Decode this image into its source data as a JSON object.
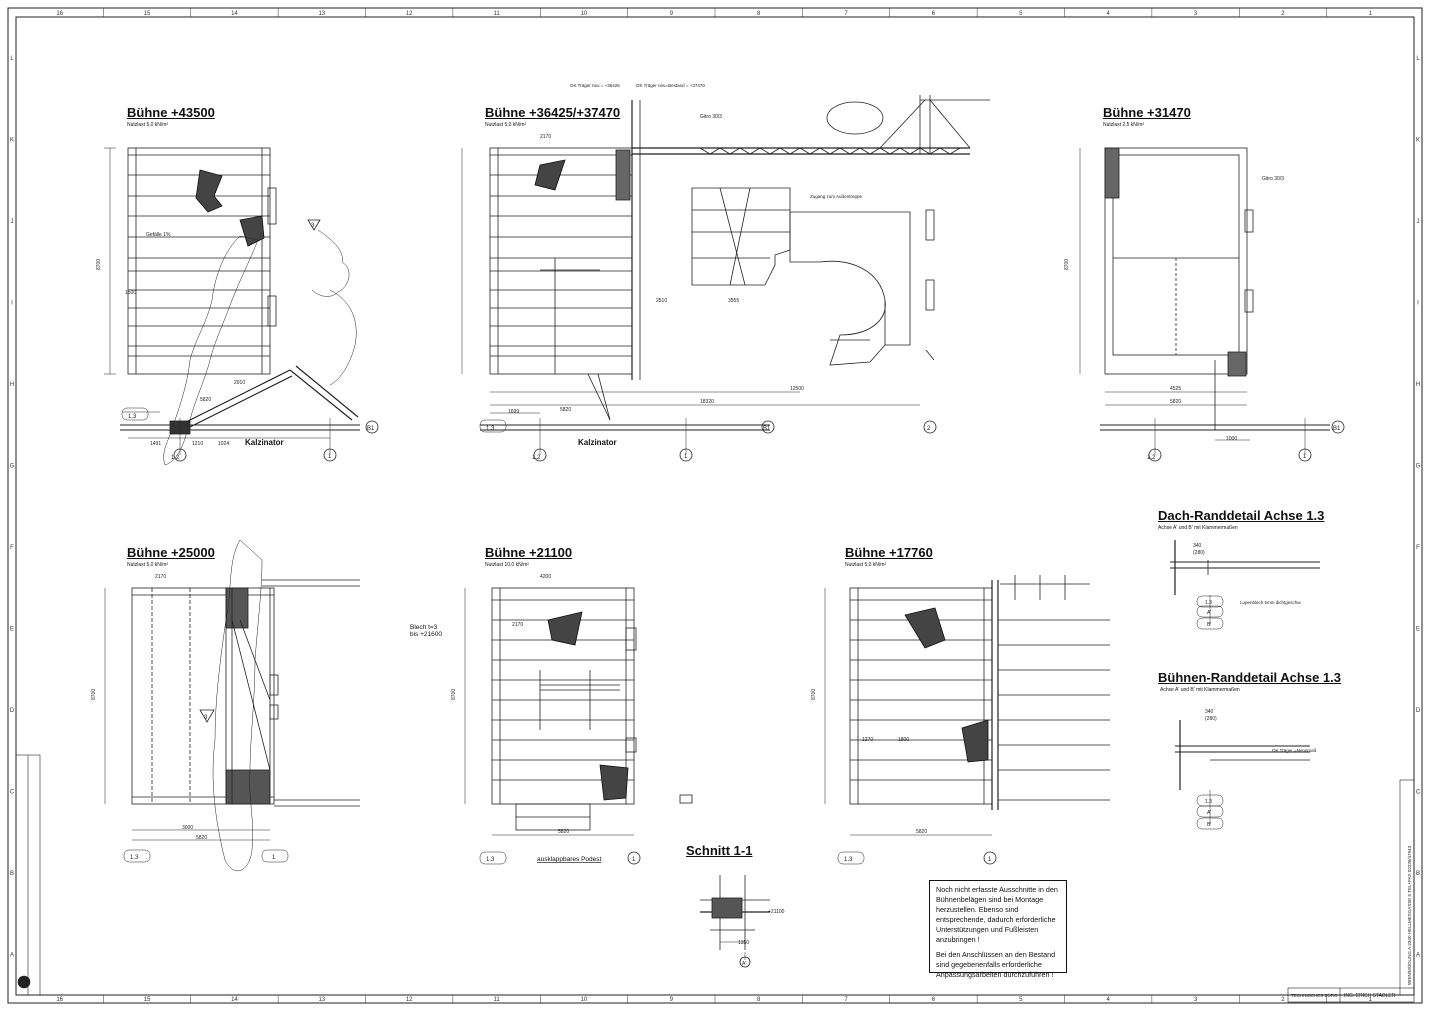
{
  "grid": {
    "columns": [
      "16",
      "15",
      "14",
      "13",
      "12",
      "11",
      "10",
      "9",
      "8",
      "7",
      "6",
      "5",
      "4",
      "3",
      "2",
      "1"
    ],
    "rows": [
      "L",
      "K",
      "J",
      "I",
      "H",
      "G",
      "F",
      "E",
      "D",
      "C",
      "B",
      "A"
    ]
  },
  "plans": [
    {
      "title": "Bühne +43500",
      "load": "Nutzlast 5,0 kN/m²"
    },
    {
      "title": "Bühne +36425/+37470",
      "load": "Nutzlast 5,0 kN/m²"
    },
    {
      "title": "Bühne +31470",
      "load": "Nutzlast 2,5 kN/m²"
    },
    {
      "title": "Bühne +25000",
      "load": "Nutzlast 5,0 kN/m²"
    },
    {
      "title": "Bühne +21100",
      "load": "Nutzlast 10,0 kN/m²"
    },
    {
      "title": "Bühne +17760",
      "load": "Nutzlast 5,0 kN/m²"
    }
  ],
  "section": {
    "title": "Schnitt 1-1",
    "level": "+21100",
    "width": "1350"
  },
  "details": [
    {
      "title": "Dach-Randdetail Achse 1.3",
      "sub": "Achse A' und B' mit Klammermaßen",
      "dim": "340",
      "dim2": "(280)",
      "note": "Lupenblech 5mm dichtgeschw."
    },
    {
      "title": "Bühnen-Randdetail Achse 1.3",
      "sub": "Achse A' und B' mit Klammermaßen",
      "dim": "340",
      "dim2": "(280)",
      "note": "OK Träger =Nennmaß"
    }
  ],
  "labels": {
    "kalzinator": "Kalzinator",
    "ok_traeger_neu": "OK Träger neu = +36425",
    "ok_traeger_bestand": "OK Träger neu=Bestand = +37470",
    "blech": "Blech t=3",
    "blech_level": "bis +21600",
    "ausklappbares": "ausklappbares Podest",
    "gefaelle": "Gefälle 1%",
    "gitterrost": "Gitro 30/3",
    "zugang": "Zugang zum Außentreppe",
    "axis_b1": "B1",
    "axis_12": "1.2",
    "axis_1": "1",
    "axis_13": "1.3",
    "axis_a": "A'",
    "axis_b": "B'",
    "axis_2": "2",
    "marker_3": "3"
  },
  "dimensions": {
    "p1_width": "8700",
    "p1_total": "5820",
    "p1_a": "1491",
    "p1_b": "1210",
    "p1_c": "1024",
    "p1_d": "2910",
    "p2_a": "18320",
    "p2_b": "12500",
    "p2_c": "5820",
    "p2_d": "1699",
    "p2_e": "2170",
    "p2_f": "3555",
    "p2_g": "2510",
    "p3_a": "8700",
    "p3_b": "5820",
    "p3_c": "4525",
    "p3_d": "1000",
    "p4_a": "2170",
    "p4_b": "3000",
    "p4_c": "5820",
    "p4_d": "8700",
    "p5_a": "4200",
    "p5_b": "2170",
    "p5_c": "5820",
    "p5_d": "8700",
    "p6_a": "5820",
    "p6_b": "8700",
    "p6_c": "1270",
    "p6_d": "1800"
  },
  "note": [
    "Noch nicht erfasste Ausschnitte in den Bühnenbelägen sind bei Montage herzustellen. Ebenso sind entsprechende, dadurch erforderliche Unterstützungen und Fußleisten anzubringen !",
    "Bei den Anschlüssen an den Bestand sind gegebenenfalls erforderliche Anpassungsarbeiten durchzuführen !"
  ],
  "titleblock": {
    "office": "TECHNISCHES BÜRO",
    "engineer": "ING. ERICH STADLER",
    "side": "WIEN/MÖDLING A-2340 HELLMESGASSE 5 TEL+FAX 02236/47943"
  }
}
